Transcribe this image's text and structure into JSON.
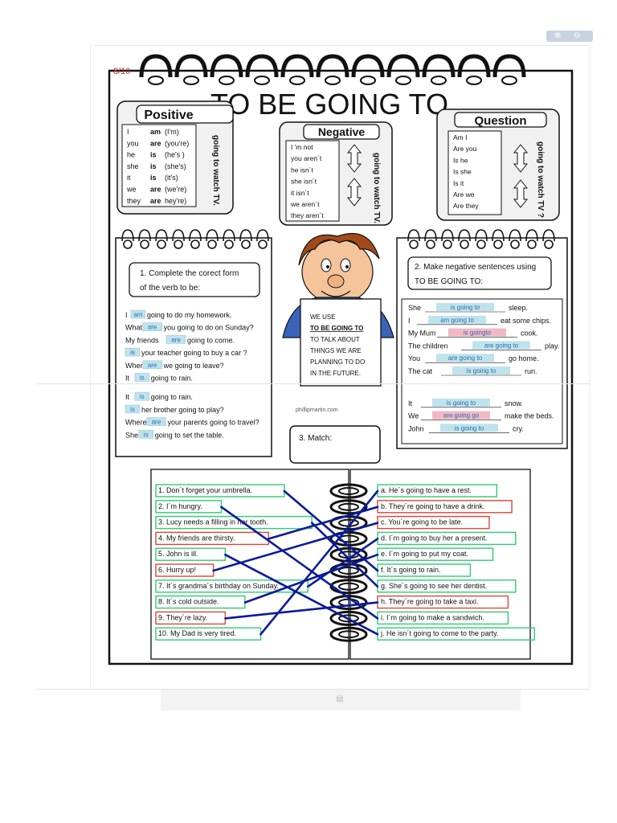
{
  "viewer": {
    "page_counter": "8/10",
    "toolbar_icons": [
      "zoom-in-icon",
      "zoom-out-icon"
    ],
    "footer_icon": "page-icon"
  },
  "worksheet": {
    "title": "TO BE GOING TO",
    "positive": {
      "heading": "Positive",
      "pronouns": [
        "I",
        "you",
        "he",
        "she",
        "it",
        "we",
        "they"
      ],
      "verbs": [
        "am",
        "are",
        "is",
        "is",
        "is",
        "are",
        "are"
      ],
      "contractions": [
        "(I'm)",
        "(you're)",
        "(he's )",
        "(she's)",
        "(it's)",
        "(we're)",
        "hey're)"
      ],
      "side_text": "going to watch TV."
    },
    "negative": {
      "heading": "Negative",
      "rows": [
        "I 'm not",
        "you aren´t",
        "he isn´t",
        "she isn´t",
        "it  isn´t",
        "we aren´t",
        "they aren´t"
      ],
      "side_text": "going to watch TV."
    },
    "question": {
      "heading": "Question",
      "rows": [
        "Am I",
        "Are you",
        "Is he",
        "Is she",
        "Is it",
        "Are we",
        "Are they"
      ],
      "side_text": "going to watch TV ?"
    },
    "exercise1": {
      "instruction_line1": "1. Complete the corect form",
      "instruction_line2": "of the verb to be:",
      "items": [
        {
          "before": "I",
          "answer": "am",
          "after": "going to do my homework."
        },
        {
          "before": "What",
          "answer": "are",
          "after": "you going to do on Sunday?"
        },
        {
          "before": "My friends",
          "answer": "are",
          "after": "going to come."
        },
        {
          "before": "",
          "answer": "is",
          "after": "your teacher going to buy a car ?"
        },
        {
          "before": "When",
          "answer": "are",
          "after": "we going to leave?"
        },
        {
          "before": "It",
          "answer": "is",
          "after": "going to rain."
        },
        {
          "before": "It",
          "answer": "is",
          "after": "going to rain."
        },
        {
          "before": "",
          "answer": "is",
          "after": "her brother going to play?"
        },
        {
          "before": "Where",
          "answer": "are",
          "after": "your parents going to travel?"
        },
        {
          "before": "She",
          "answer": "is",
          "after": "going  to set the table."
        }
      ]
    },
    "center_note": {
      "lines": [
        "WE USE",
        "TO BE GOING TO",
        "TO TALK ABOUT",
        "THINGS WE ARE",
        "PLANNING TO DO",
        "IN THE FUTURE."
      ],
      "credit": "phillipmartin.com"
    },
    "exercise2": {
      "instruction_line1": "2. Make negative sentences using",
      "instruction_line2": "TO BE GOING TO:",
      "items": [
        {
          "before": "She",
          "answer": "is going to",
          "after": "sleep.",
          "color": "#bfe3ec"
        },
        {
          "before": "I",
          "answer": "am going to",
          "after": "eat some chips.",
          "color": "#bfe3ec"
        },
        {
          "before": "My Mum",
          "answer": "is goingto",
          "after": "cook.",
          "color": "#f1b8c3"
        },
        {
          "before": "The children",
          "answer": "are going to",
          "after": "play.",
          "color": "#bfe3ec"
        },
        {
          "before": "You",
          "answer": "are going to",
          "after": "go home.",
          "color": "#bfe3ec"
        },
        {
          "before": "The cat",
          "answer": "is going to",
          "after": "run.",
          "color": "#bfe3ec"
        },
        {
          "before": "It",
          "answer": "is going to",
          "after": "snow.",
          "color": "#bfe3ec"
        },
        {
          "before": "We",
          "answer": "are going go",
          "after": "make the beds.",
          "color": "#f1b8c3"
        },
        {
          "before": "John",
          "answer": "is going to",
          "after": "cry.",
          "color": "#bfe3ec"
        }
      ]
    },
    "exercise3": {
      "label": "3. Match:",
      "left": [
        {
          "text": "1.  Don´t forget your umbrella.",
          "correct": true
        },
        {
          "text": "2.  I´m hungry.",
          "correct": true
        },
        {
          "text": "3.  Lucy needs a filling in her tooth.",
          "correct": true
        },
        {
          "text": "4.  My friends are thirsty.",
          "correct": false
        },
        {
          "text": "5.  John is ill.",
          "correct": true
        },
        {
          "text": "6.  Hurry up!",
          "correct": false
        },
        {
          "text": "7. It´s grandma´s birthday on Sunday.",
          "correct": true
        },
        {
          "text": "8. It´s cold outside.",
          "correct": true
        },
        {
          "text": "9. They´re lazy.",
          "correct": false
        },
        {
          "text": "10. My Dad is very tired.",
          "correct": true
        }
      ],
      "right": [
        {
          "text": "a. He´s going to have a rest.",
          "correct": true
        },
        {
          "text": "b. They´re going to have a drink.",
          "correct": false
        },
        {
          "text": "c. You´re going to be late.",
          "correct": false
        },
        {
          "text": "d. I´m going to buy her a present.",
          "correct": true
        },
        {
          "text": "e. I´m going to put my coat.",
          "correct": true
        },
        {
          "text": "f. It´s going to rain.",
          "correct": true
        },
        {
          "text": "g. She´s going to see her dentist.",
          "correct": true
        },
        {
          "text": "h. They´re going to take a taxi.",
          "correct": false
        },
        {
          "text": "i. I´m going to make a sandwich.",
          "correct": true
        },
        {
          "text": "j. He isn´t going to come to the party.",
          "correct": true
        }
      ],
      "matches": [
        [
          0,
          5
        ],
        [
          1,
          8
        ],
        [
          2,
          6
        ],
        [
          3,
          1
        ],
        [
          4,
          9
        ],
        [
          5,
          2
        ],
        [
          6,
          3
        ],
        [
          7,
          4
        ],
        [
          8,
          7
        ],
        [
          9,
          0
        ]
      ]
    }
  },
  "colors": {
    "correct_border": "#2ecc71",
    "wrong_border": "#e0443a",
    "match_line": "#0a1a9c",
    "answer_fill": "#bfe3ec",
    "answer_text": "#2a6fb0",
    "wrong_fill": "#f1b8c3"
  }
}
